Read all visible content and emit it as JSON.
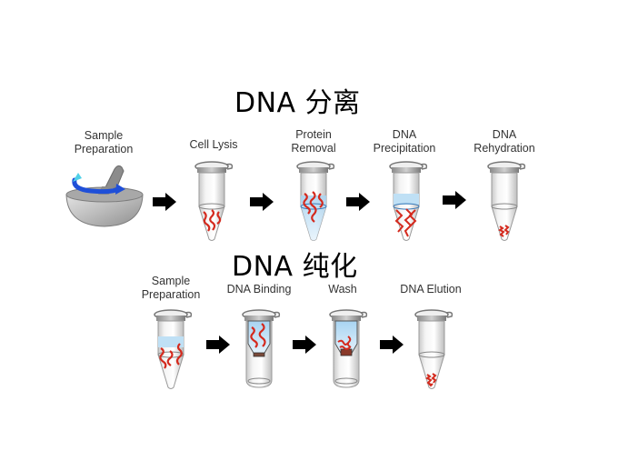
{
  "sections": [
    {
      "title": "DNA 分离",
      "steps": [
        {
          "label_lines": [
            "Sample",
            "Preparation"
          ],
          "icon": "mortar-pestle-icon"
        },
        {
          "label_lines": [
            "Cell Lysis"
          ],
          "icon": "tube-lysis-icon"
        },
        {
          "label_lines": [
            "Protein",
            "Removal"
          ],
          "icon": "tube-protein-removal-icon"
        },
        {
          "label_lines": [
            "DNA",
            "Precipitation"
          ],
          "icon": "tube-precipitation-icon"
        },
        {
          "label_lines": [
            "DNA",
            "Rehydration"
          ],
          "icon": "tube-rehydration-icon"
        }
      ]
    },
    {
      "title": "DNA 纯化",
      "steps": [
        {
          "label_lines": [
            "Sample",
            "Preparation"
          ],
          "icon": "tube-sample-icon"
        },
        {
          "label_lines": [
            "DNA Binding"
          ],
          "icon": "spin-column-binding-icon"
        },
        {
          "label_lines": [
            "Wash"
          ],
          "icon": "spin-column-wash-icon"
        },
        {
          "label_lines": [
            "DNA Elution"
          ],
          "icon": "tube-elution-icon"
        }
      ]
    }
  ],
  "colors": {
    "dna": "#d42a1e",
    "liquid": "#bfe0f5",
    "arrow": "#000000",
    "swirl": "#1f4fd8",
    "swirl_tip": "#4fd0e8"
  }
}
